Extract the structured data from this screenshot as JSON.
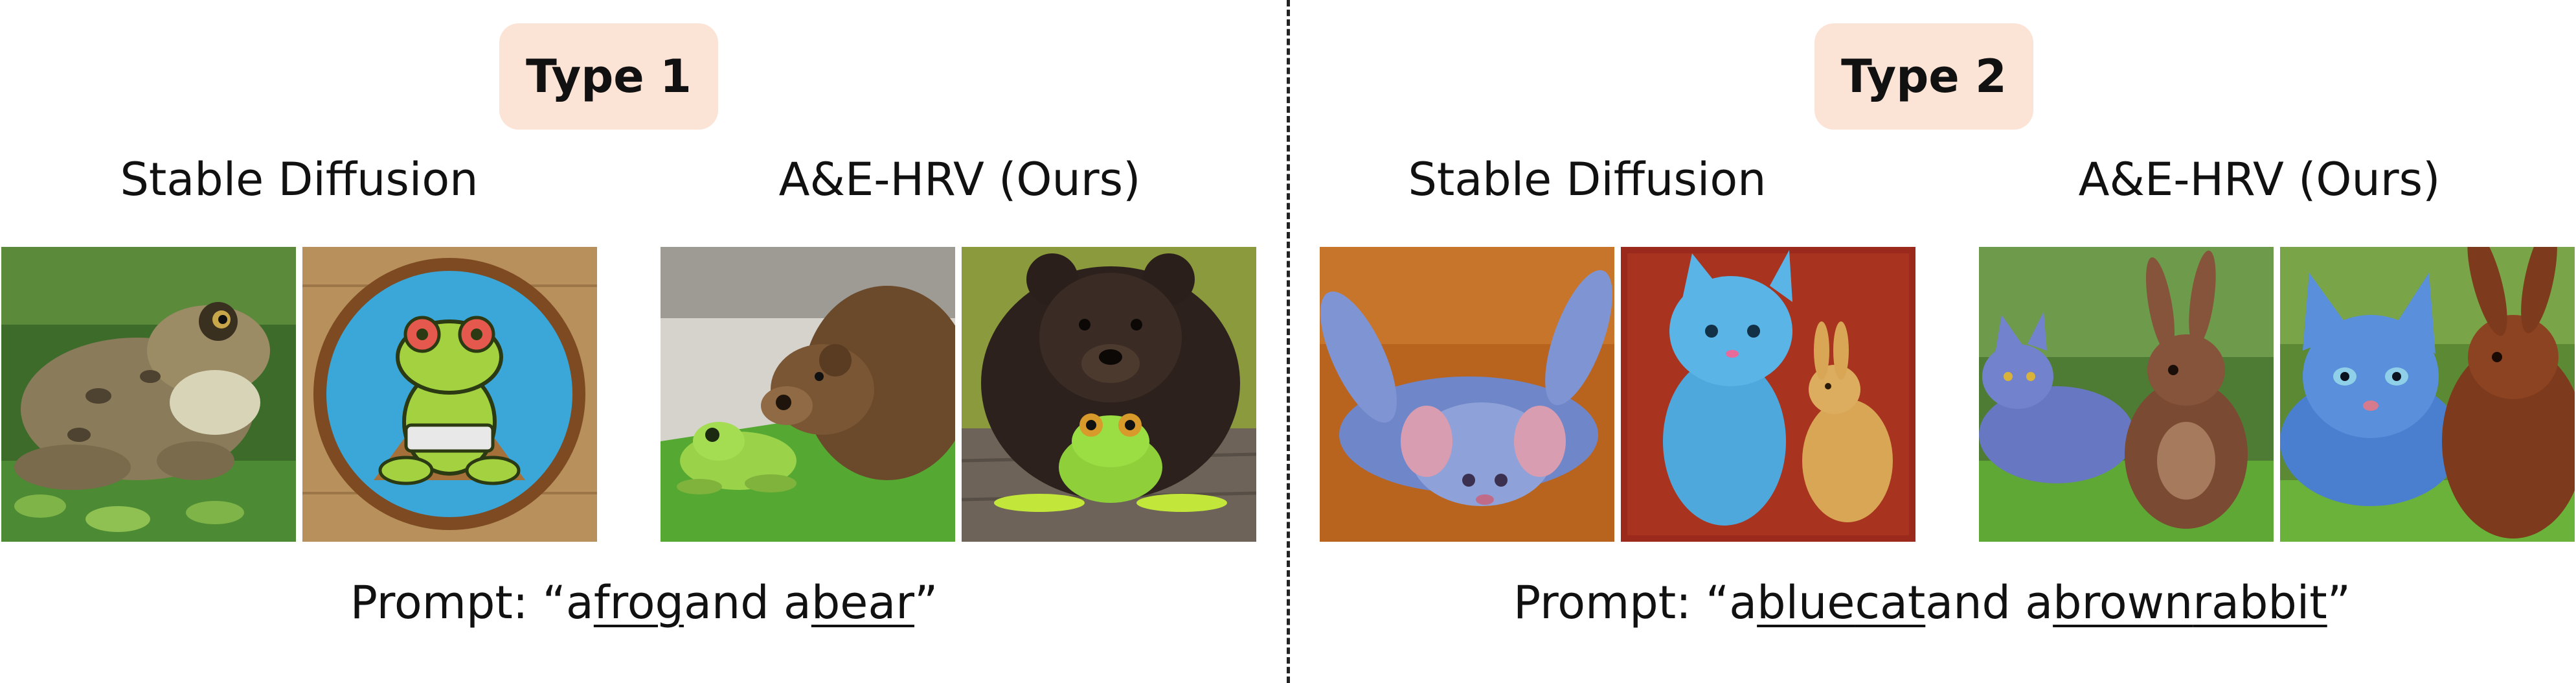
{
  "left": {
    "type_label": "Type 1",
    "method_labels": [
      "Stable Diffusion",
      "A&E-HRV (Ours)"
    ],
    "prompt": {
      "prefix": "Prompt: “a ",
      "word1": "frog",
      "middle": " and a ",
      "word2": "bear",
      "suffix": "”"
    }
  },
  "right": {
    "type_label": "Type 2",
    "method_labels": [
      "Stable Diffusion",
      "A&E-HRV (Ours)"
    ],
    "prompt": {
      "prefix": "Prompt: “a ",
      "word1": "blue",
      "space1": " ",
      "word2": "cat",
      "middle": " and a ",
      "word3": "brown",
      "space2": " ",
      "word4": "rabbit",
      "suffix": "”"
    }
  },
  "colors": {
    "badge_bg": "#fbe3d6",
    "divider": "#222222"
  }
}
